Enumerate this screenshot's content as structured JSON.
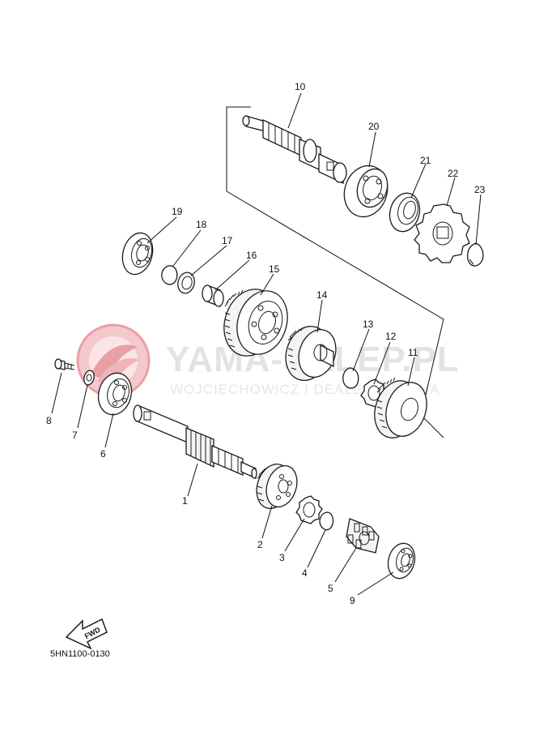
{
  "watermark": {
    "title": "YAMA-SKLEP.PL",
    "subtitle": "WOJCIECHOWICZ I DEALER YAMAHA",
    "logo_color": "#e8a0a5",
    "text_color": "#e3e3e3"
  },
  "callouts": {
    "p1": "1",
    "p2": "2",
    "p3": "3",
    "p4": "4",
    "p5": "5",
    "p6": "6",
    "p7": "7",
    "p8": "8",
    "p9": "9",
    "p10": "10",
    "p11": "11",
    "p12": "12",
    "p13": "13",
    "p14": "14",
    "p15": "15",
    "p16": "16",
    "p17": "17",
    "p18": "18",
    "p19": "19",
    "p20": "20",
    "p21": "21",
    "p22": "22",
    "p23": "23"
  },
  "fwd_label": "FWD",
  "diagram_code": "5HN1100-0130"
}
